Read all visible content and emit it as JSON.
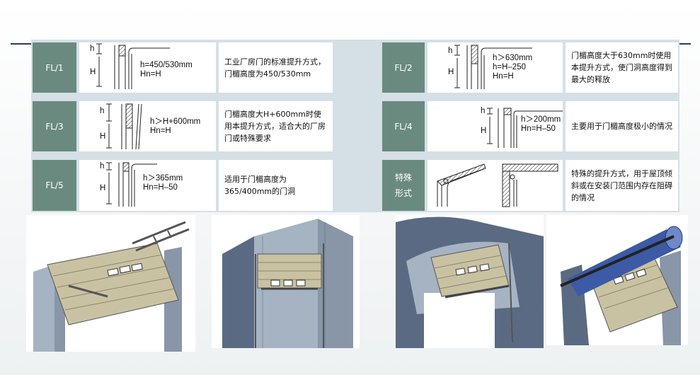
{
  "rows": [
    {
      "left": {
        "code": "FL/1",
        "lines": [
          "h=450/530mm",
          "Hn=H"
        ],
        "desc": "工业厂房门的标准提升方式，门楣高度为450/530mm"
      },
      "right": {
        "code": "FL/2",
        "lines": [
          "h＞630mm",
          "h=H–250",
          "Hn=H"
        ],
        "desc": "门楣高度大于630mm时使用本提升方式，使门洞高度得到最大的释放"
      }
    },
    {
      "left": {
        "code": "FL/3",
        "lines": [
          "h＞H+600mm",
          "Hn=H"
        ],
        "desc": "门楣高度大H+600mm时使用本提升方式，适合大的厂房门或特殊要求"
      },
      "right": {
        "code": "FL/4",
        "lines": [
          "h＞200mm",
          "Hn=H–50"
        ],
        "desc": "主要用于门楣高度极小的情况"
      }
    },
    {
      "left": {
        "code": "FL/5",
        "lines": [
          "h＞365mm",
          "Hn=H–50"
        ],
        "desc": "适用于门楣高度为365/400mm的门洞"
      },
      "right": {
        "code_lines": [
          "特殊",
          "形式"
        ],
        "desc": "特殊的提升方式，用于屋顶倾斜或在安装门范围内存在阻碍的情况"
      }
    }
  ],
  "diagram_symbols": {
    "h": "h",
    "H": "H"
  },
  "colors": {
    "label_bg": "#6a8a80",
    "panel_bg": "#d5dfe6",
    "door": "#c9c2a2",
    "wall": "#5a6a82",
    "cladding": "#a6b3c2"
  },
  "photos": [
    {
      "icon": "tilted-door-with-ladder-icon"
    },
    {
      "icon": "vertical-lift-door-icon"
    },
    {
      "icon": "high-lift-door-icon"
    },
    {
      "icon": "door-under-pipe-icon"
    }
  ]
}
